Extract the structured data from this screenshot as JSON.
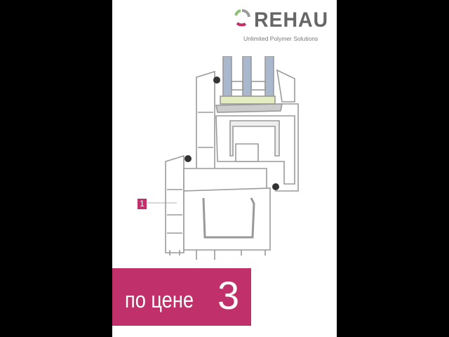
{
  "brand": {
    "name": "REHAU",
    "tagline": "Unlimited Polymer Solutions"
  },
  "diagram": {
    "callout_label": "1"
  },
  "banner": {
    "text": "по цене",
    "number": "3"
  },
  "colors": {
    "accent": "#c0306a",
    "glass": "#a9b8cc",
    "spacer": "#e3ecc0",
    "profile_stroke": "#9a9a9a"
  }
}
